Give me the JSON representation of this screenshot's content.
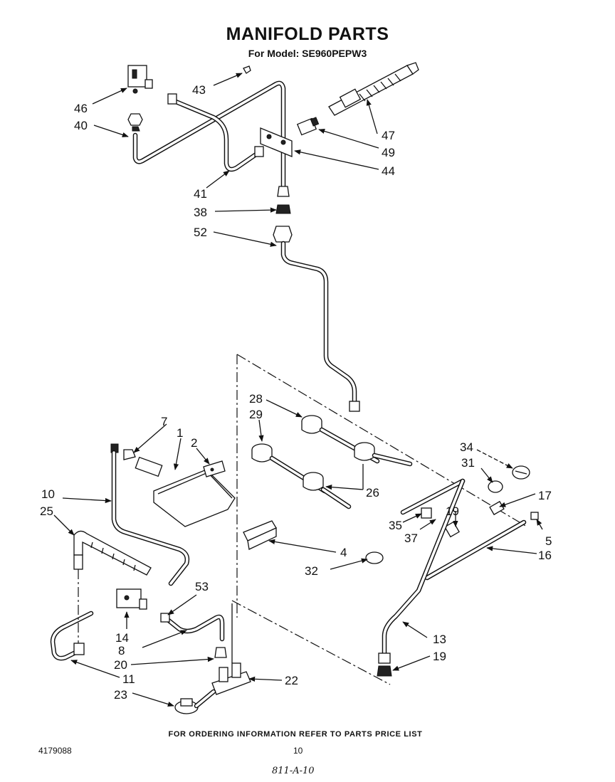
{
  "header": {
    "title": "MANIFOLD PARTS",
    "subtitle": "For Model: SE960PEPW3"
  },
  "callouts": [
    "1",
    "2",
    "4",
    "5",
    "7",
    "8",
    "10",
    "11",
    "13",
    "14",
    "16",
    "17",
    "19",
    "19",
    "20",
    "22",
    "23",
    "25",
    "26",
    "28",
    "29",
    "31",
    "32",
    "34",
    "35",
    "37",
    "38",
    "40",
    "41",
    "43",
    "44",
    "46",
    "47",
    "49",
    "52",
    "53"
  ],
  "footer": {
    "note": "FOR ORDERING INFORMATION REFER TO PARTS PRICE LIST",
    "doc_number": "4179088",
    "page_number": "10",
    "handwritten_code": "811-A-10"
  }
}
